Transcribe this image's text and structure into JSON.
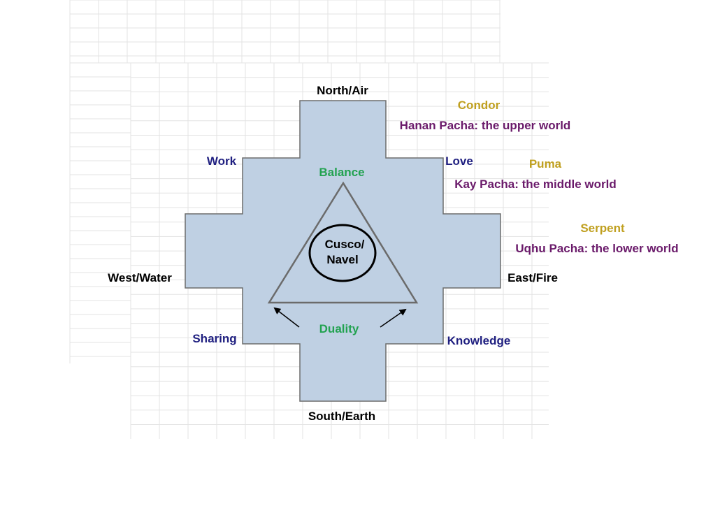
{
  "colors": {
    "cross_fill": "#bfd0e3",
    "cross_stroke": "#6d6d6d",
    "triangle_stroke": "#6b6b6b",
    "circle_stroke": "#000000",
    "grid_line": "#e3e3e3",
    "direction_text": "#000000",
    "value_text": "#1f1f80",
    "center_text": "#22a250",
    "animal_text": "#c0a020",
    "world_text": "#6a1a6a"
  },
  "directions": {
    "north": "North/Air",
    "south": "South/Earth",
    "west": "West/Water",
    "east": "East/Fire"
  },
  "values": {
    "work": "Work",
    "love": "Love",
    "sharing": "Sharing",
    "knowledge": "Knowledge"
  },
  "center": {
    "balance": "Balance",
    "duality": "Duality",
    "navel_line1": "Cusco/",
    "navel_line2": "Navel"
  },
  "worlds": {
    "upper": {
      "animal": "Condor",
      "name": "Hanan Pacha: the upper world"
    },
    "middle": {
      "animal": "Puma",
      "name": "Kay Pacha: the middle world"
    },
    "lower": {
      "animal": "Serpent",
      "name": "Uqhu Pacha: the lower world"
    }
  }
}
